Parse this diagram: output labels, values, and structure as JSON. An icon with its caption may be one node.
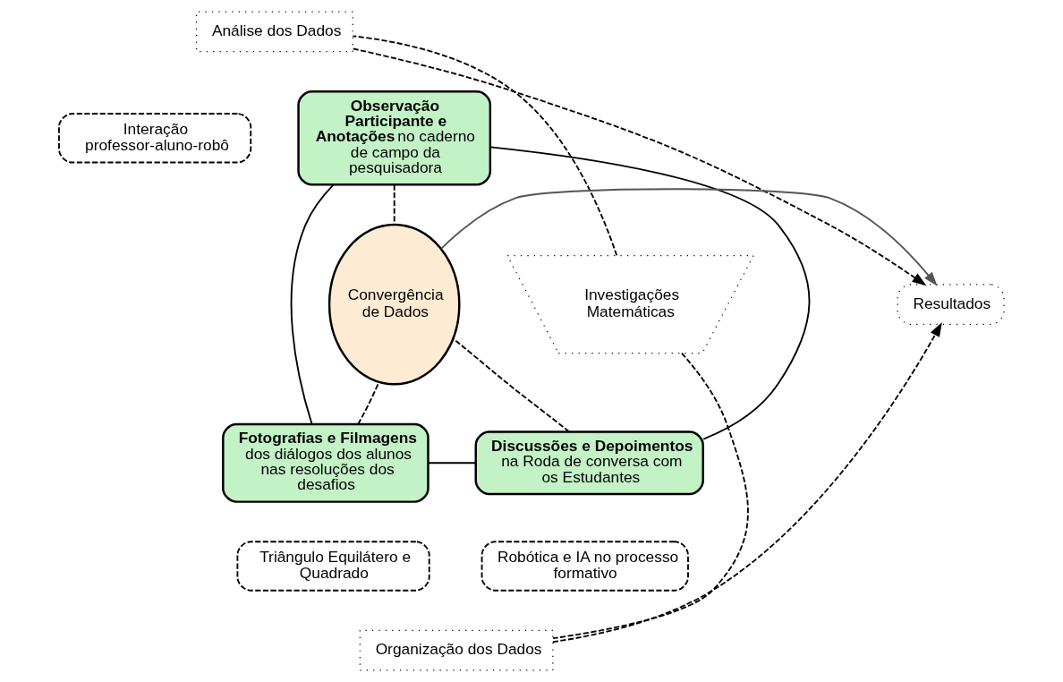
{
  "diagram": {
    "nodes": [
      {
        "text": [
          "Análise dos Dados"
        ]
      },
      {
        "text": [
          "**Observação Participante e Anotações** no caderno de campo da pesquisadora"
        ]
      },
      {
        "text": [
          "Interação professor-aluno-robô"
        ]
      },
      {
        "text": [
          "Investigações Matemáticas"
        ]
      },
      {
        "text": [
          "Convergência de Dados"
        ]
      },
      {
        "text": [
          "Resultados"
        ]
      },
      {
        "text": [
          "**Fotografias e Filmagens** dos diálogos dos alunos nas resoluções dos desafios"
        ]
      },
      {
        "text": [
          "**Discussões e Depoimentos** na Roda de conversa com os Estudantes"
        ]
      },
      {
        "text": [
          "Triângulo Equilátero e Quadrado"
        ]
      },
      {
        "text": [
          "Robótica e IA no processo formativo"
        ]
      },
      {
        "text": [
          "Organização dos Dados"
        ]
      }
    ],
    "edges": [
      {
        "from": 3,
        "to": 0,
        "arrow": "none",
        "style": "dashed"
      },
      {
        "from": 0,
        "to": 5,
        "arrow": "to",
        "style": "dashed"
      },
      {
        "from": 3,
        "to": 10,
        "arrow": "none",
        "style": "dashed"
      },
      {
        "from": 10,
        "to": 5,
        "arrow": "to",
        "style": "dashed"
      },
      {
        "from": 1,
        "to": 6,
        "arrow": "none"
      },
      {
        "from": 1,
        "to": 7,
        "arrow": "none"
      },
      {
        "from": 6,
        "to": 7,
        "arrow": "none"
      },
      {
        "from": 1,
        "to": 4,
        "arrow": "none",
        "style": "dashed"
      },
      {
        "from": 6,
        "to": 4,
        "arrow": "none",
        "style": "dashed"
      },
      {
        "from": 7,
        "to": 4,
        "arrow": "none",
        "style": "dashed"
      },
      {
        "from": 4,
        "to": 5,
        "arrow": "to",
        "color": "#555555"
      }
    ]
  }
}
